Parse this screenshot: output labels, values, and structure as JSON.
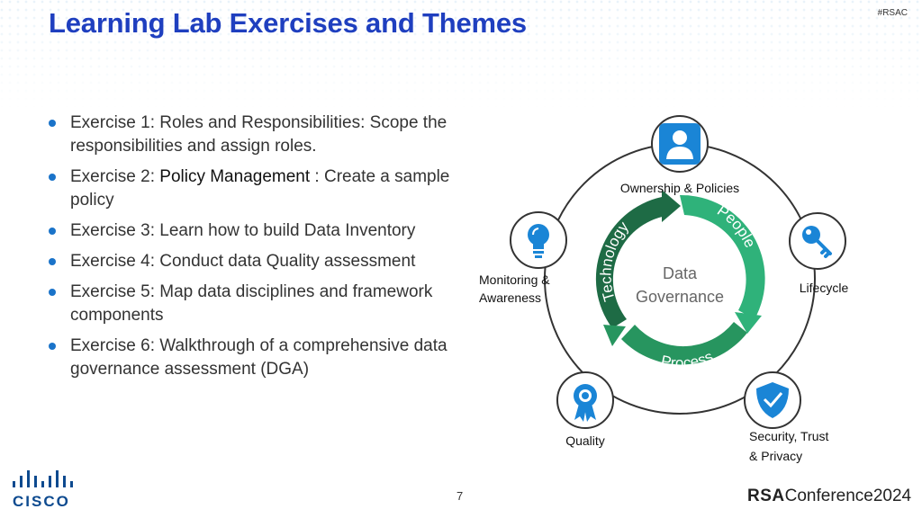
{
  "slide": {
    "title": "Learning Lab Exercises and Themes",
    "hashtag": "#RSAC",
    "page_number": "7"
  },
  "bullets": [
    {
      "text": "Exercise 1: Roles and Responsibilities: Scope the responsibilities and assign roles."
    },
    {
      "prefix": "Exercise 2: ",
      "highlight": "Policy Management",
      "suffix": " : Create a sample policy"
    },
    {
      "text": "Exercise 3: Learn how to build Data Inventory"
    },
    {
      "text": "Exercise 4: Conduct data Quality assessment"
    },
    {
      "text": "Exercise 5: Map data disciplines and framework components"
    },
    {
      "text": "Exercise 6: Walkthrough of a comprehensive data governance assessment (DGA)"
    }
  ],
  "diagram": {
    "center_line1": "Data",
    "center_line2": "Governance",
    "ring_labels": {
      "technology": "Technology",
      "people": "People",
      "process": "Process"
    },
    "nodes": {
      "ownership": {
        "label": "Ownership & Policies",
        "icon": "person-icon"
      },
      "lifecycle": {
        "label": "Lifecycle",
        "icon": "key-icon"
      },
      "security_line1": "Security, Trust",
      "security_line2": "& Privacy",
      "security_icon": "shield-check-icon",
      "quality": {
        "label": "Quality",
        "icon": "award-ribbon-icon"
      },
      "monitoring_line1": "Monitoring &",
      "monitoring_line2": "Awareness",
      "monitoring_icon": "lightbulb-icon"
    },
    "colors": {
      "ring_dark": "#1e6b45",
      "ring_light": "#2fb27a",
      "icon_blue": "#1a85d6",
      "circle_border": "#333333"
    }
  },
  "footer": {
    "cisco": "CISCO",
    "rsa_bold": "RSA",
    "rsa_rest": "Conference2024"
  },
  "colors": {
    "title": "#1f3fbf",
    "bullet": "#1a73c9"
  }
}
